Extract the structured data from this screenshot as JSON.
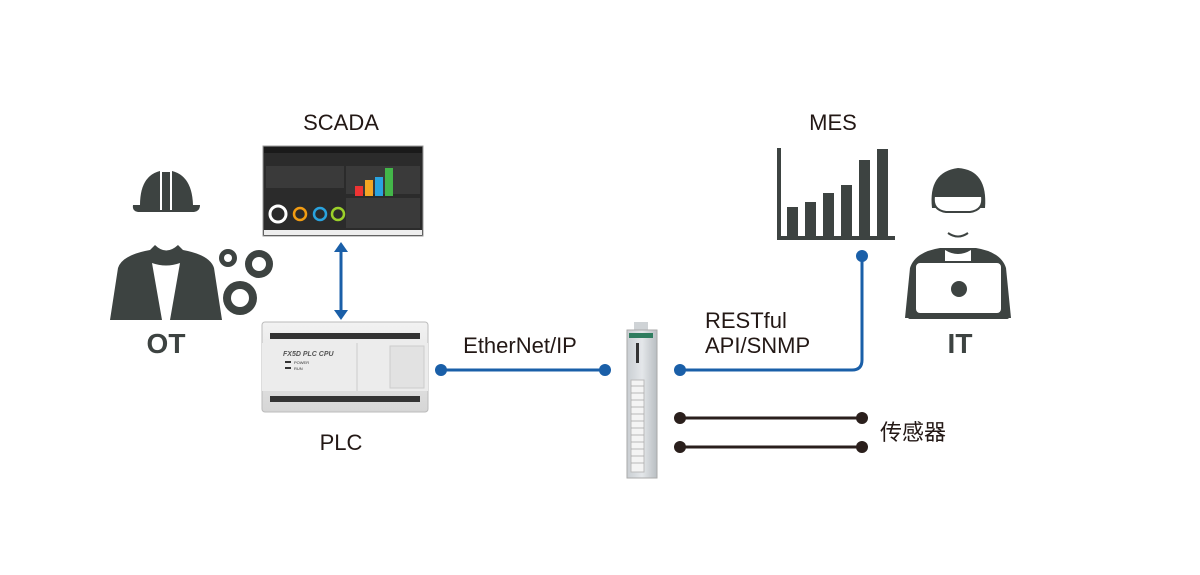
{
  "labels": {
    "scada": "SCADA",
    "plc": "PLC",
    "ot": "OT",
    "it": "IT",
    "mes": "MES",
    "ethernet_ip": "EtherNet/IP",
    "restful_line1": "RESTful",
    "restful_line2": "API/SNMP",
    "sensor": "传感器"
  },
  "plc_device": {
    "model": "FX5D PLC CPU",
    "led1": "POWER",
    "led2": "RUN"
  },
  "colors": {
    "figure": "#3d4341",
    "blue_link": "#1a5fa8",
    "sensor_link": "#2a1f1c"
  }
}
